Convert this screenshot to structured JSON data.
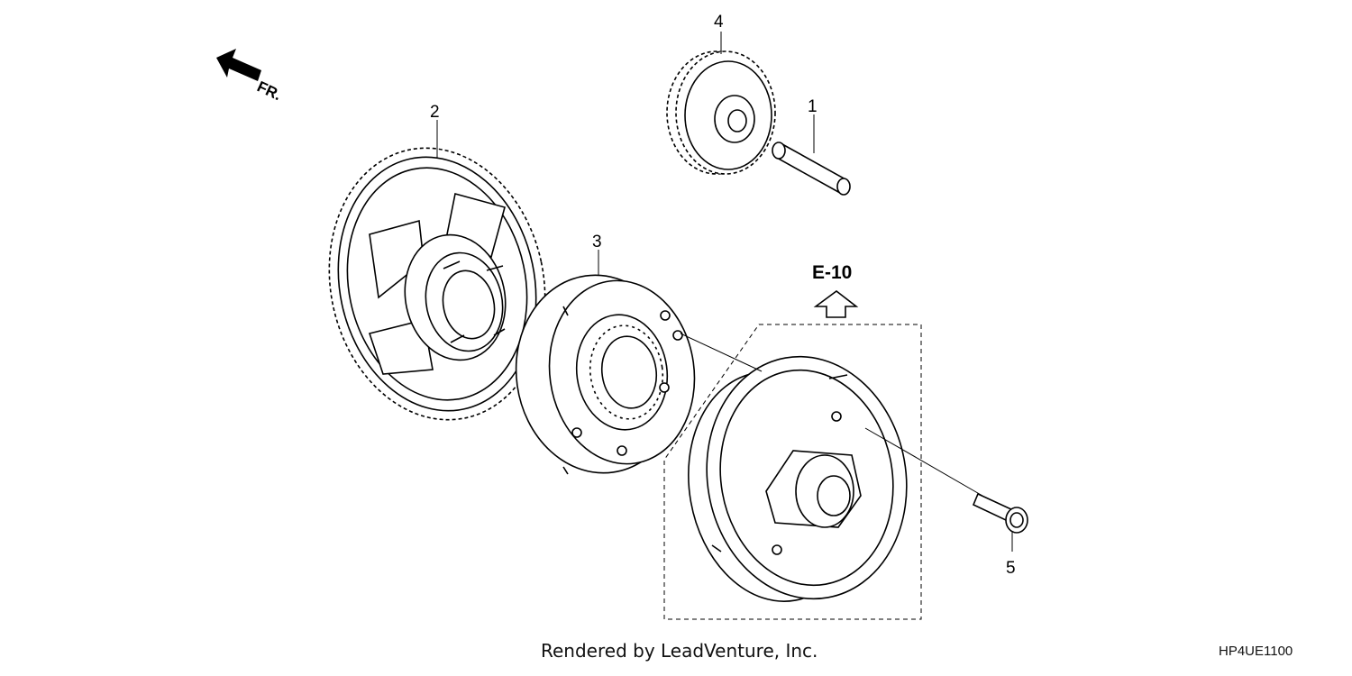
{
  "diagram": {
    "direction_label": "FR.",
    "reference_label": "E-10",
    "callouts": [
      "1",
      "2",
      "3",
      "4",
      "5"
    ]
  },
  "footer": {
    "credit": "Rendered by LeadVenture, Inc.",
    "code": "HP4UE1100"
  }
}
